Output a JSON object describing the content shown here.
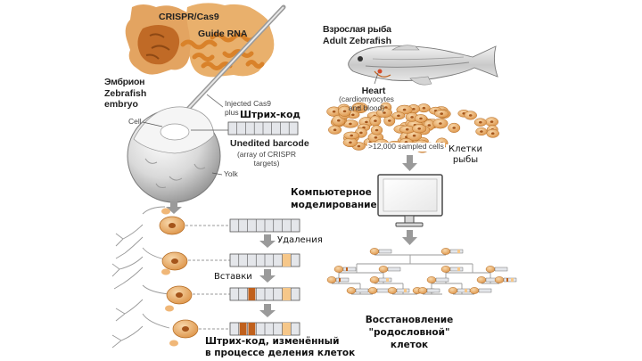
{
  "labels": {
    "crispr": "CRISPR/Cas9",
    "guide_rna": "Guide RNA",
    "embryo_ru": "Эмбрион",
    "embryo_en_1": "Zebrafish",
    "embryo_en_2": "embryo",
    "injected_1": "Injected Cas9",
    "injected_2": "plus guide RNAs",
    "cell": "Cell",
    "yolk": "Yolk",
    "barcode_ru": "Штрих-код",
    "unedited_barcode": "Unedited barcode",
    "array_1": "(array of CRISPR",
    "array_2": "targets)",
    "adult_ru": "Взрослая рыба",
    "adult_en": "Adult Zebrafish",
    "heart": "Heart",
    "heart_sub_1": "(cardiomyocytes",
    "heart_sub_2": "and blood)",
    "sampled": ">12,000 sampled cells",
    "fish_cells_1": "Клетки",
    "fish_cells_2": "рыбы",
    "computer_1": "Компьютерное",
    "computer_2": "моделирование",
    "deletions": "Удаления",
    "insertions": "Вставки",
    "barcode_changed_1": "Штрих-код, изменённый",
    "barcode_changed_2": "в процессе деления клеток",
    "lineage_1": "Восстановление",
    "lineage_2": "\"родословной\"",
    "lineage_3": "клеток"
  },
  "colors": {
    "orange": "#e8912e",
    "dark_orange": "#c0601c",
    "light_orange": "#f6c789",
    "cell_fill": "#f2c289",
    "gray": "#9a9a9a",
    "line": "#555555",
    "barcode_fill": "#e4e6ea"
  },
  "icons": [
    "injection-needle-icon",
    "zebrafish-icon",
    "computer-monitor-icon",
    "down-arrow-icon"
  ]
}
